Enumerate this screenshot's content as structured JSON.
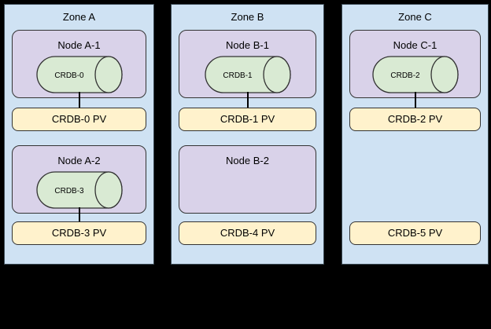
{
  "diagram": {
    "zones": [
      {
        "label": "Zone A",
        "rows": [
          {
            "node": "Node A-1",
            "cylinder": "CRDB-0",
            "pv": "CRDB-0 PV",
            "connector": true
          },
          {
            "node": "Node A-2",
            "cylinder": "CRDB-3",
            "pv": "CRDB-3 PV",
            "connector": true
          }
        ]
      },
      {
        "label": "Zone B",
        "rows": [
          {
            "node": "Node B-1",
            "cylinder": "CRDB-1",
            "pv": "CRDB-1 PV",
            "connector": true
          },
          {
            "node": "Node B-2",
            "cylinder": null,
            "pv": "CRDB-4 PV",
            "connector": false
          }
        ]
      },
      {
        "label": "Zone C",
        "rows": [
          {
            "node": "Node C-1",
            "cylinder": "CRDB-2",
            "pv": "CRDB-2 PV",
            "connector": true
          },
          {
            "node": null,
            "cylinder": null,
            "pv": "CRDB-5 PV",
            "connector": false
          }
        ]
      }
    ]
  },
  "colors": {
    "background": "#000000",
    "zone_fill": "#cfe2f3",
    "zone_border": "#3b4a54",
    "node_fill": "#d9d2e9",
    "cylinder_fill": "#d9ead3",
    "pv_fill": "#fff2cc",
    "shape_border": "#333333",
    "connector": "#000000",
    "text": "#000000"
  }
}
